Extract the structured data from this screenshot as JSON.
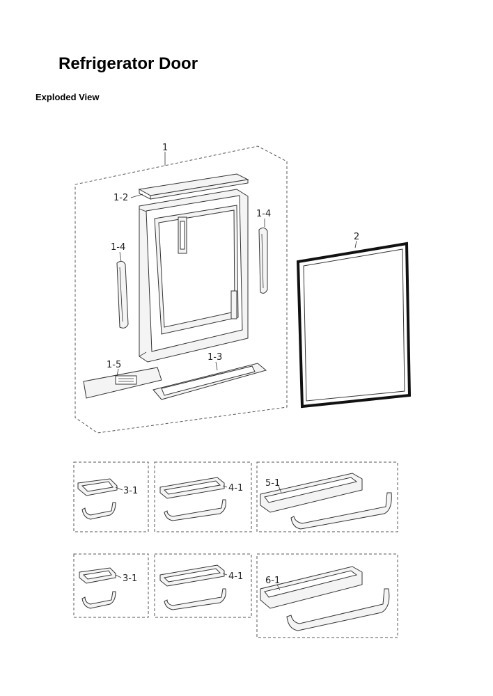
{
  "header": {
    "title": "Refrigerator Door",
    "subtitle": "Exploded View"
  },
  "labels": {
    "door_assembly": "1",
    "cap_top": "1-2",
    "strip_left": "1-4",
    "strip_right": "1-4",
    "cap_bottom_left": "1-5",
    "cap_bottom_right": "1-3",
    "gasket": "2",
    "guard_small_a": "3-1",
    "guard_medium_a": "4-1",
    "guard_large_a": "5-1",
    "guard_small_b": "3-1",
    "guard_medium_b": "4-1",
    "guard_large_b": "6-1"
  }
}
